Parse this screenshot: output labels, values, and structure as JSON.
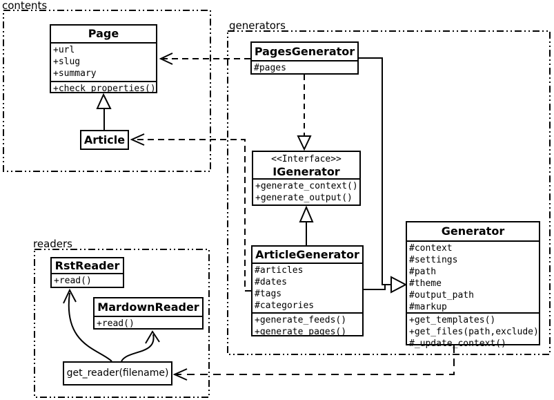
{
  "diagram": {
    "title": "UML class diagram",
    "packages": {
      "contents": {
        "label": "contents"
      },
      "generators": {
        "label": "generators"
      },
      "readers": {
        "label": "readers"
      }
    },
    "classes": {
      "page": {
        "title": "Page",
        "attributes": [
          "+url",
          "+slug",
          "+summary"
        ],
        "methods": [
          "+check_properties()"
        ]
      },
      "article": {
        "title": "Article"
      },
      "pages_generator": {
        "title": "PagesGenerator",
        "attributes": [
          "#pages"
        ]
      },
      "igenerator": {
        "stereotype": "<<Interface>>",
        "title": "IGenerator",
        "methods": [
          "+generate_context()",
          "+generate_output()"
        ]
      },
      "article_generator": {
        "title": "ArticleGenerator",
        "attributes": [
          "#articles",
          "#dates",
          "#tags",
          "#categories"
        ],
        "methods": [
          "+generate_feeds()",
          "+generate_pages()"
        ]
      },
      "generator": {
        "title": "Generator",
        "attributes": [
          "#context",
          "#settings",
          "#path",
          "#theme",
          "#output_path",
          "#markup"
        ],
        "methods": [
          "+get_templates()",
          "+get_files(path,exclude)",
          "#_update_context()"
        ]
      },
      "rst_reader": {
        "title": "RstReader",
        "methods": [
          "+read()"
        ]
      },
      "mardown_reader": {
        "title": "MardownReader",
        "methods": [
          "+read()"
        ]
      },
      "get_reader": {
        "label": "get_reader(filename)"
      }
    },
    "colors": {
      "stroke": "#000000",
      "background": "#ffffff"
    }
  }
}
